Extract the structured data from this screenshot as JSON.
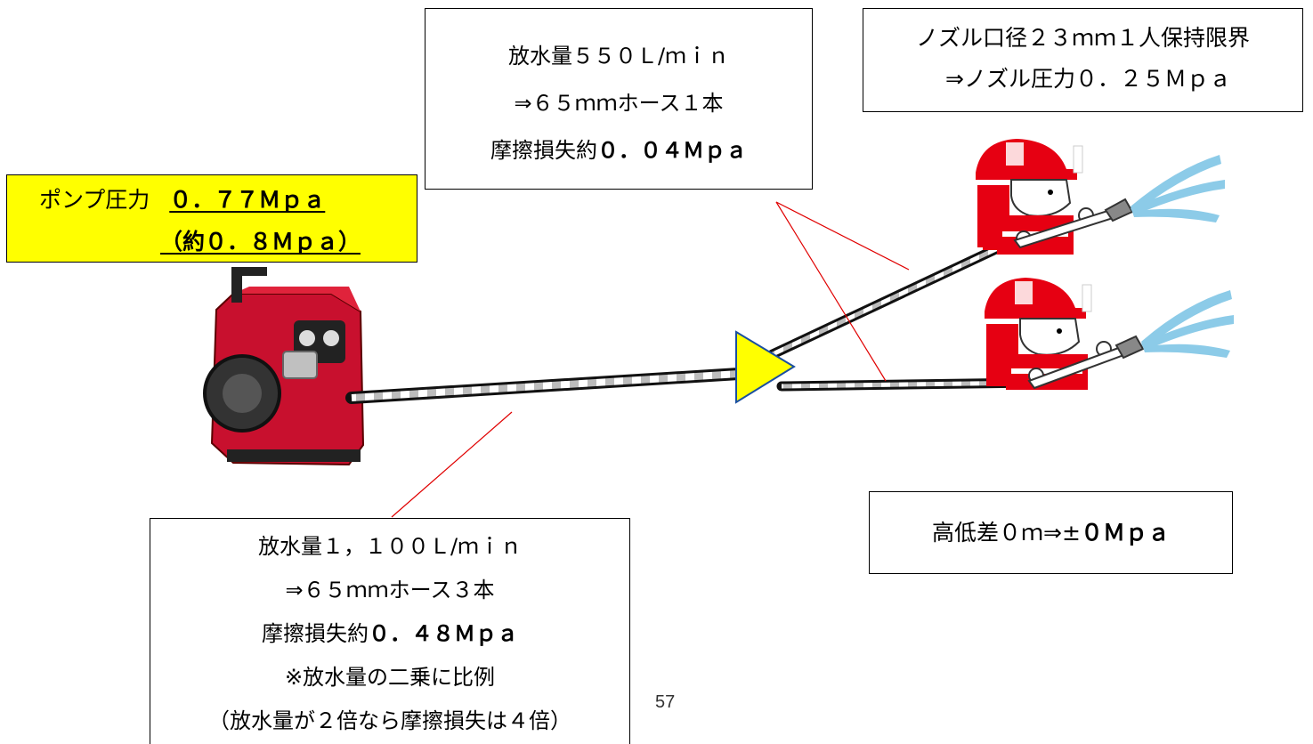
{
  "pump_box": {
    "label": "ポンプ圧力",
    "value": "０．７７Ｍｐａ",
    "approx": "（約０．８Ｍｐａ）",
    "background": "#ffff00"
  },
  "branch_hose_box": {
    "line1": "放水量５５０Ｌ/ｍｉｎ",
    "line2": "⇒６５ｍｍホース１本",
    "line3_label": "摩擦損失約",
    "line3_value": "０．０４Ｍｐａ"
  },
  "nozzle_box": {
    "line1": "ノズル口径２３ｍｍ１人保持限界",
    "line2": "⇒ノズル圧力０．２５Ｍｐａ"
  },
  "elevation_box": {
    "label": "高低差０ｍ⇒±",
    "value": "０Ｍｐａ"
  },
  "main_hose_box": {
    "line1": "放水量１，１００Ｌ/ｍｉｎ",
    "line2": "⇒６５ｍｍホース３本",
    "line3_label": "摩擦損失約",
    "line3_value": "０．４８Ｍｐａ",
    "line4": "※放水量の二乗に比例",
    "line5": "（放水量が２倍なら摩擦損失は４倍）"
  },
  "page_number": "57",
  "colors": {
    "leader_line": "#e00000",
    "divider": "#ffff00",
    "firefighter": "#e60012",
    "water_spray": "#8ccbe8",
    "pump_body": "#c8102e"
  },
  "icons": [
    "fire-pump-illustration",
    "hose-divider-icon",
    "firefighter-icon",
    "water-spray-icon"
  ]
}
